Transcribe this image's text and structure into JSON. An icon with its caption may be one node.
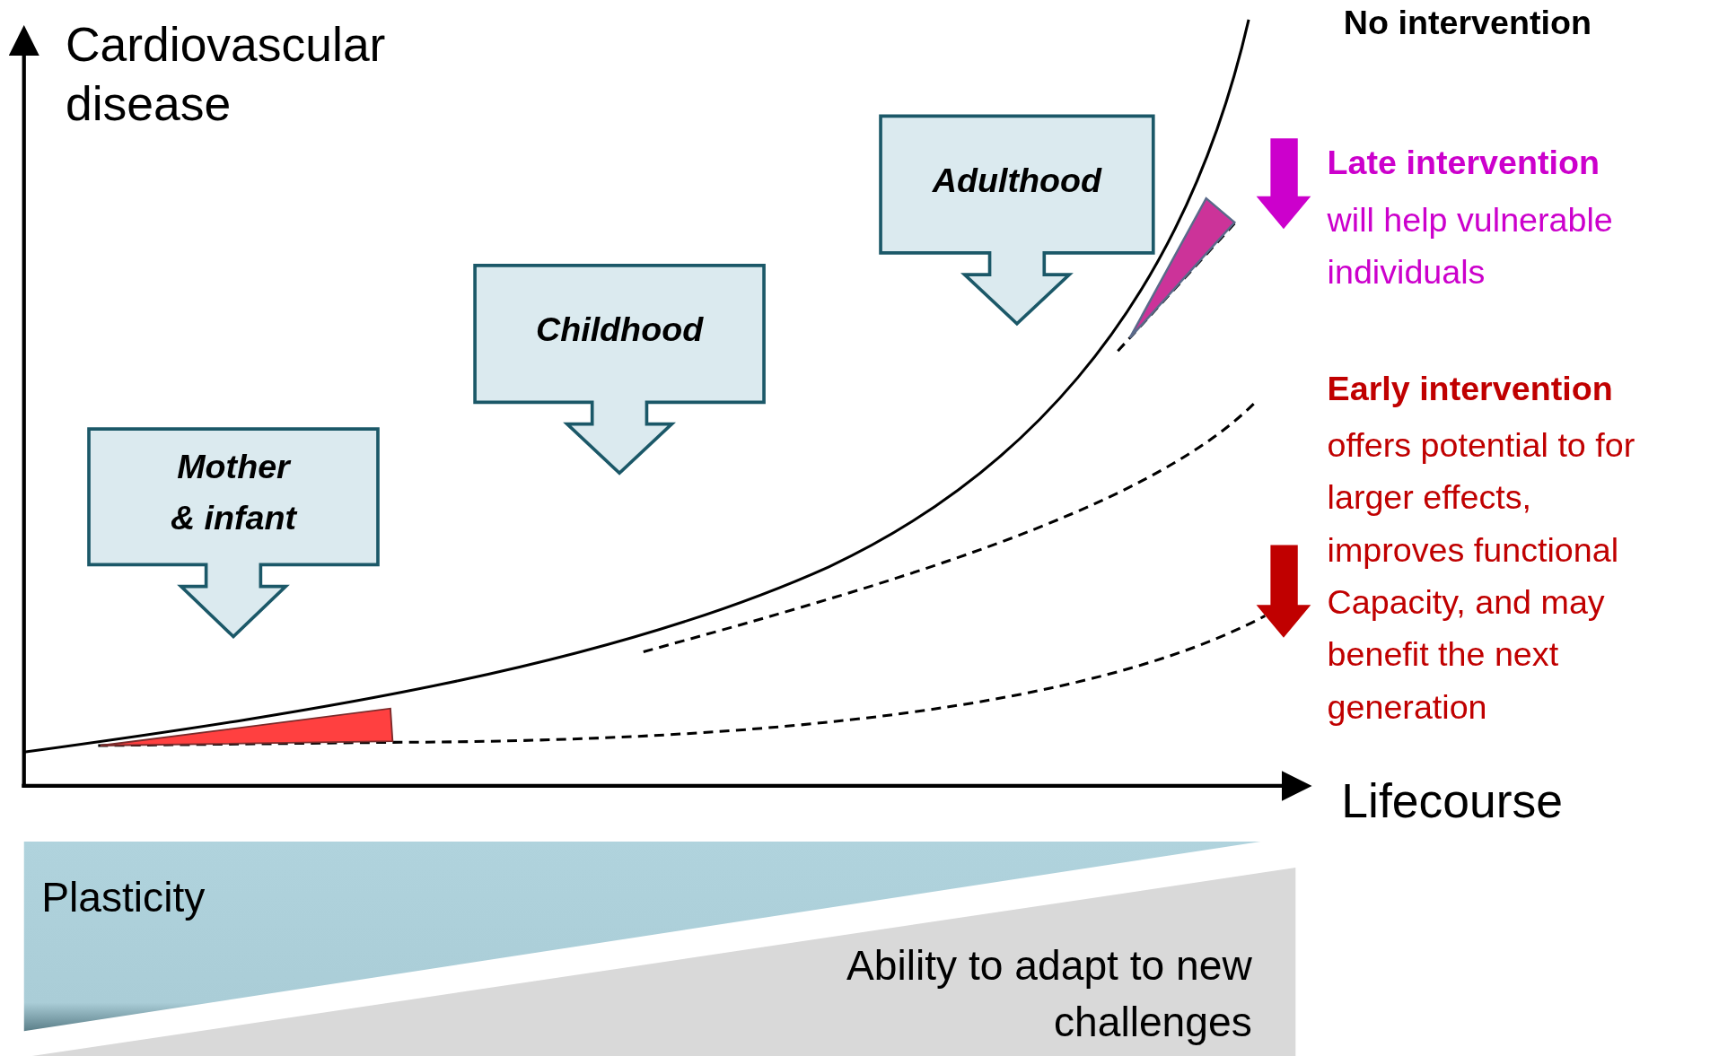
{
  "diagram": {
    "nodes": [
      {
        "text": [
          "Mother & infant"
        ]
      },
      {
        "text": [
          "Childhood"
        ]
      },
      {
        "text": [
          "Adulthood"
        ]
      },
      {
        "text": [
          "Plasticity"
        ]
      },
      {
        "text": [
          "Ability to adapt to new challenges"
        ]
      }
    ],
    "labels": [
      "Cardiovascular disease",
      "No intervention",
      "Late intervention",
      "will help vulnerable individuals",
      "Early intervention",
      "offers potential to for larger effects, improves functional Capacity, and may benefit the next generation",
      "Lifecourse"
    ]
  }
}
